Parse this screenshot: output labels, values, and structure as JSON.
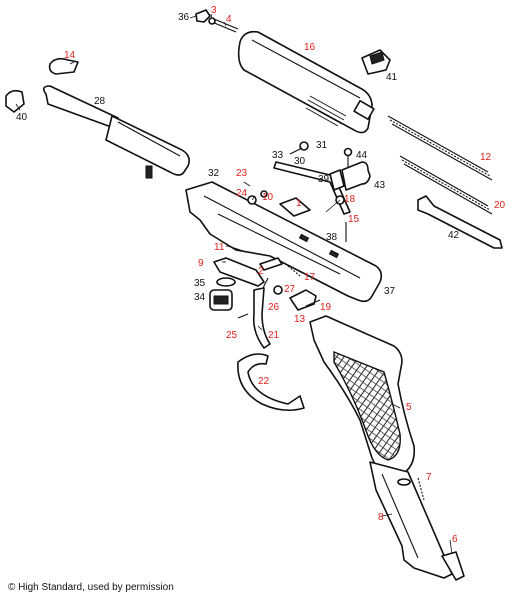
{
  "diagram": {
    "copyright": "© High Standard, used by permission",
    "callouts": [
      {
        "id": "p36",
        "text": "36",
        "color": "black"
      },
      {
        "id": "p3",
        "text": "3",
        "color": "red"
      },
      {
        "id": "p4",
        "text": "4",
        "color": "red"
      },
      {
        "id": "p16",
        "text": "16",
        "color": "red"
      },
      {
        "id": "p14",
        "text": "14",
        "color": "red"
      },
      {
        "id": "p41",
        "text": "41",
        "color": "black"
      },
      {
        "id": "p28",
        "text": "28",
        "color": "black"
      },
      {
        "id": "p40",
        "text": "40",
        "color": "black"
      },
      {
        "id": "p31",
        "text": "31",
        "color": "black"
      },
      {
        "id": "p33",
        "text": "33",
        "color": "black"
      },
      {
        "id": "p30",
        "text": "30",
        "color": "black"
      },
      {
        "id": "p44",
        "text": "44",
        "color": "black"
      },
      {
        "id": "p12",
        "text": "12",
        "color": "red"
      },
      {
        "id": "p32",
        "text": "32",
        "color": "black"
      },
      {
        "id": "p23",
        "text": "23",
        "color": "red"
      },
      {
        "id": "p39",
        "text": "39",
        "color": "black"
      },
      {
        "id": "p43",
        "text": "43",
        "color": "black"
      },
      {
        "id": "p24",
        "text": "24",
        "color": "red"
      },
      {
        "id": "p10",
        "text": "10",
        "color": "red"
      },
      {
        "id": "p18",
        "text": "18",
        "color": "red"
      },
      {
        "id": "p20",
        "text": "20",
        "color": "red"
      },
      {
        "id": "p1",
        "text": "1",
        "color": "red"
      },
      {
        "id": "p15",
        "text": "15",
        "color": "red"
      },
      {
        "id": "p38",
        "text": "38",
        "color": "black"
      },
      {
        "id": "p42",
        "text": "42",
        "color": "black"
      },
      {
        "id": "p11",
        "text": "11",
        "color": "red"
      },
      {
        "id": "p9",
        "text": "9",
        "color": "red"
      },
      {
        "id": "p2",
        "text": "2",
        "color": "red"
      },
      {
        "id": "p17",
        "text": "17",
        "color": "red"
      },
      {
        "id": "p35",
        "text": "35",
        "color": "black"
      },
      {
        "id": "p34",
        "text": "34",
        "color": "black"
      },
      {
        "id": "p26",
        "text": "26",
        "color": "red"
      },
      {
        "id": "p27",
        "text": "27",
        "color": "red"
      },
      {
        "id": "p37",
        "text": "37",
        "color": "black"
      },
      {
        "id": "p19",
        "text": "19",
        "color": "red"
      },
      {
        "id": "p13",
        "text": "13",
        "color": "red"
      },
      {
        "id": "p25",
        "text": "25",
        "color": "red"
      },
      {
        "id": "p21",
        "text": "21",
        "color": "red"
      },
      {
        "id": "p22",
        "text": "22",
        "color": "red"
      },
      {
        "id": "p5",
        "text": "5",
        "color": "red"
      },
      {
        "id": "p7",
        "text": "7",
        "color": "red"
      },
      {
        "id": "p8",
        "text": "8",
        "color": "red"
      },
      {
        "id": "p6",
        "text": "6",
        "color": "red"
      }
    ],
    "colors": {
      "red": "#e0201b",
      "black": "#111111"
    }
  }
}
